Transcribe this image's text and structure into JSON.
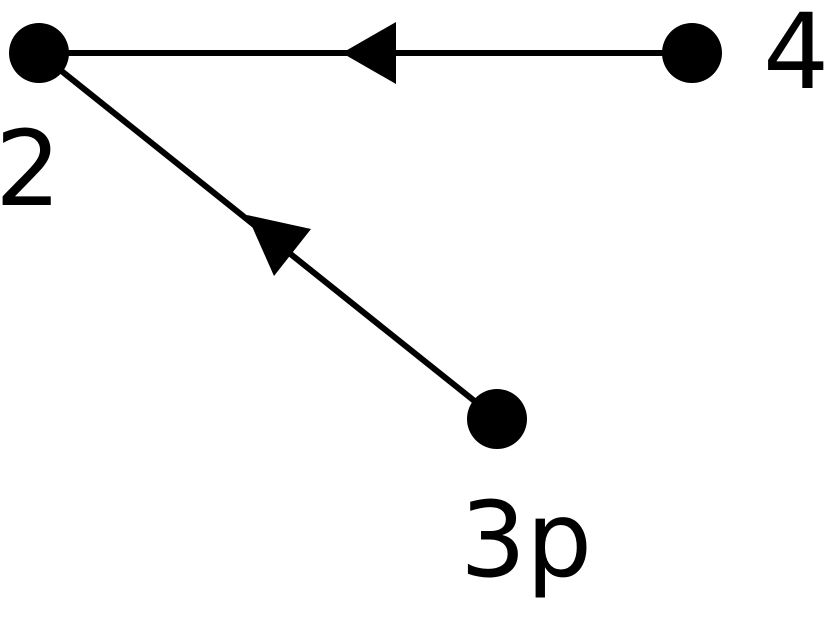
{
  "diagram": {
    "nodes": [
      {
        "id": "2",
        "label": "2"
      },
      {
        "id": "4",
        "label": "4"
      },
      {
        "id": "3p",
        "label": "3p"
      }
    ],
    "edges": [
      {
        "from": "4",
        "to": "2",
        "directed": true
      },
      {
        "from": "3p",
        "to": "2",
        "directed": true
      }
    ],
    "colors": {
      "ink": "#000000",
      "background": "#ffffff"
    }
  }
}
